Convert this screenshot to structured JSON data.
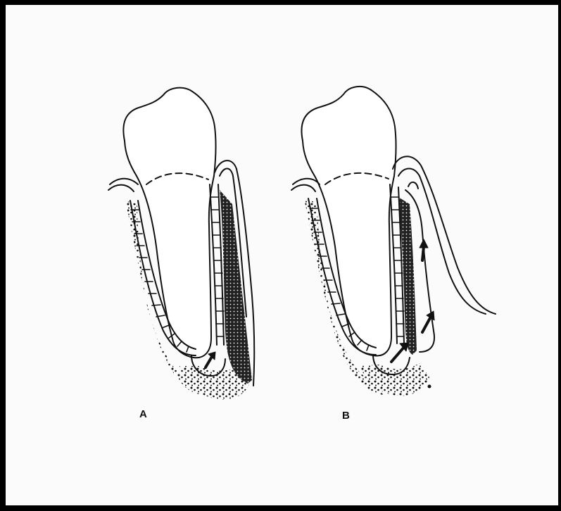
{
  "figure": {
    "panels": [
      {
        "id": "A",
        "label": "A"
      },
      {
        "id": "B",
        "label": "B"
      }
    ],
    "colors": {
      "ink": "#111111",
      "paper": "#fbfbfb",
      "frame": "#000000"
    }
  }
}
